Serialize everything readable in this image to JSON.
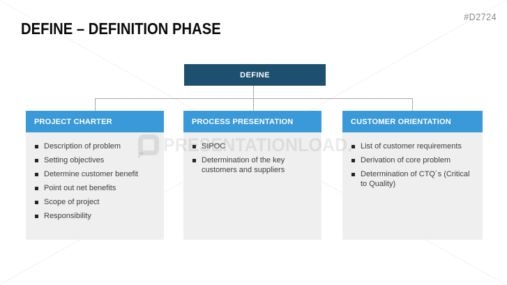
{
  "slide": {
    "title": "DEFINE – DEFINITION PHASE",
    "code": "#D2724",
    "watermark_text": "PRESENTATIONLOAD.",
    "root": {
      "label": "DEFINE"
    },
    "columns": [
      {
        "header": "PROJECT CHARTER",
        "bullets": [
          "Description of problem",
          "Setting objectives",
          "Determine customer benefit",
          "Point out net benefits",
          "Scope of project",
          "Responsibility"
        ]
      },
      {
        "header": "PROCESS PRESENTATION",
        "bullets": [
          "SIPOC",
          "Determination of the key customers and suppliers"
        ]
      },
      {
        "header": "CUSTOMER ORIENTATION",
        "bullets": [
          "List of customer requirements",
          "Derivation of core problem",
          "Determination of CTQ´s (Critical to Quality)"
        ]
      }
    ],
    "colors": {
      "dark_blue": "#1d4f6e",
      "bright_blue": "#3a9ad9",
      "panel_gray": "#efefef",
      "connector_gray": "#a6a6a6"
    }
  }
}
